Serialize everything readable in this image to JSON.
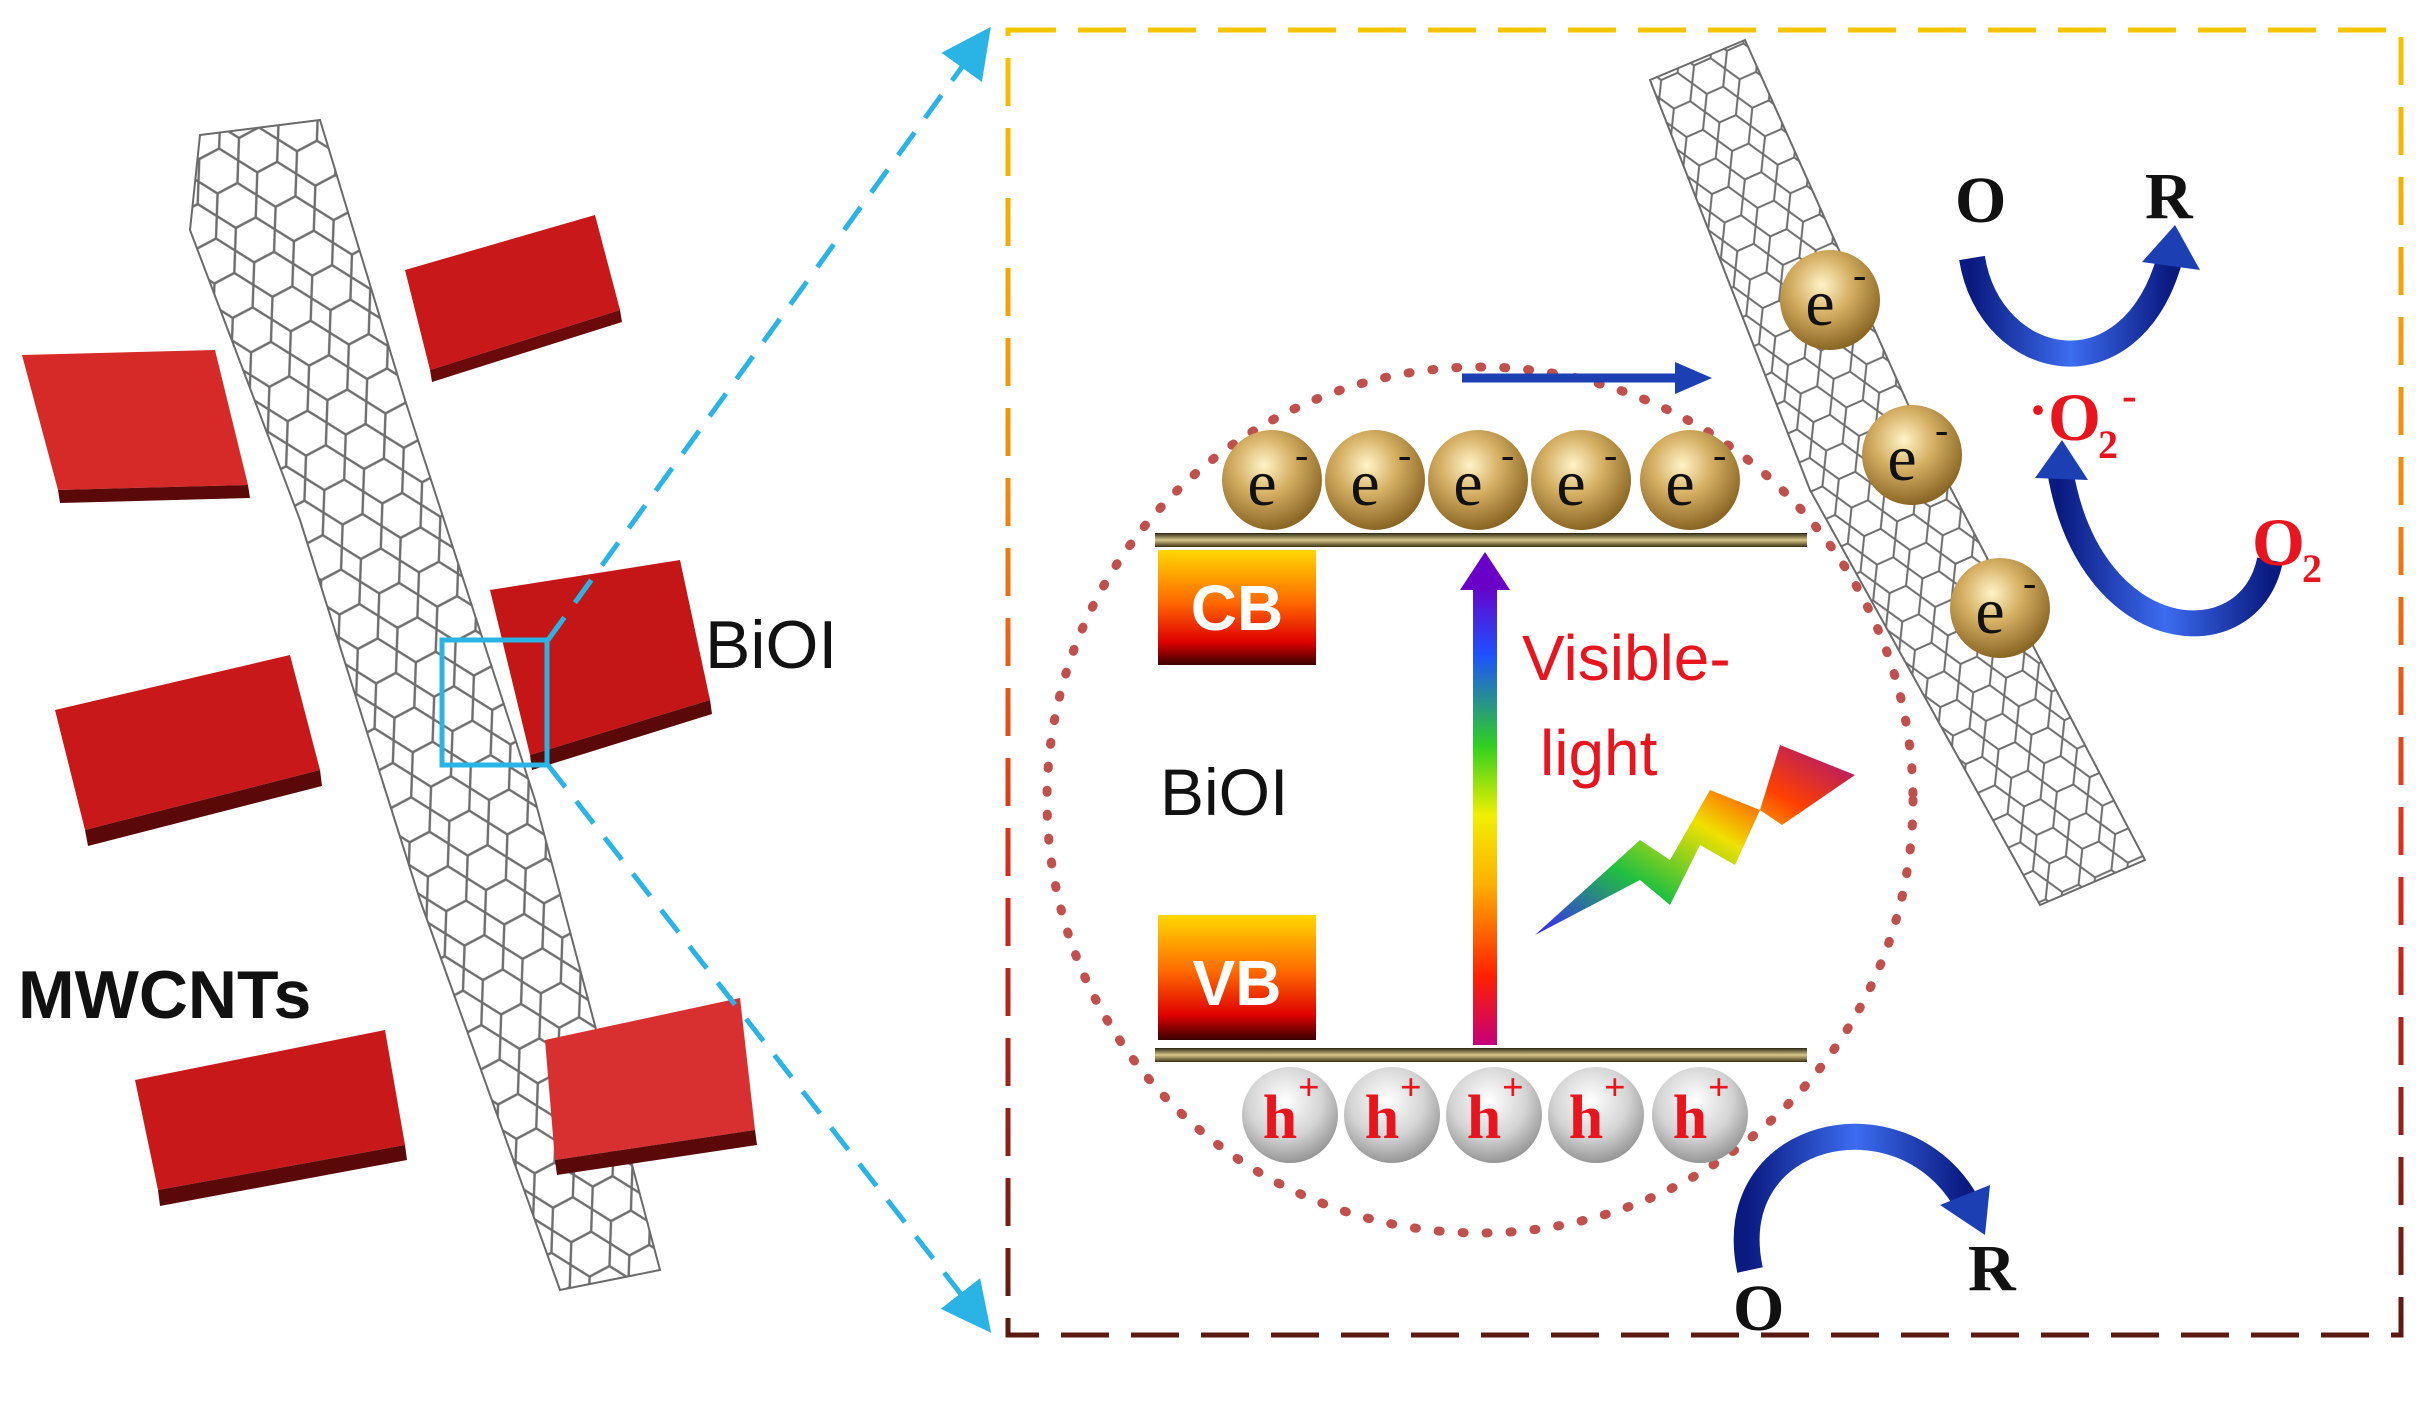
{
  "labels": {
    "biol_outer": "BiOI",
    "mwcnts": "MWCNTs",
    "cb": "CB",
    "vb": "VB",
    "biol_inner": "BiOI",
    "visible_line1": "Visible-",
    "visible_line2": "light",
    "electron_base": "e",
    "electron_sup": "-",
    "hole_base": "h",
    "hole_sup": "+",
    "o_upper": "O",
    "r_upper": "R",
    "o2": "O",
    "o2_sub": "2",
    "superoxide_dot": "·",
    "superoxide": "O",
    "superoxide_sub": "2",
    "superoxide_sup": "-",
    "o_lower": "O",
    "r_lower": "R"
  },
  "colors": {
    "red_slab": "#c41a1a",
    "red_label": "#e8141e",
    "blue_arrow": "#1c3fb4",
    "cyan_dash": "#2ab4e6",
    "dotted_circle": "#c0504d",
    "gold_sphere": "#c8a24a",
    "band_line": "#5a4a1a"
  },
  "icons": {
    "lightning": "lightning-bolt-icon"
  }
}
